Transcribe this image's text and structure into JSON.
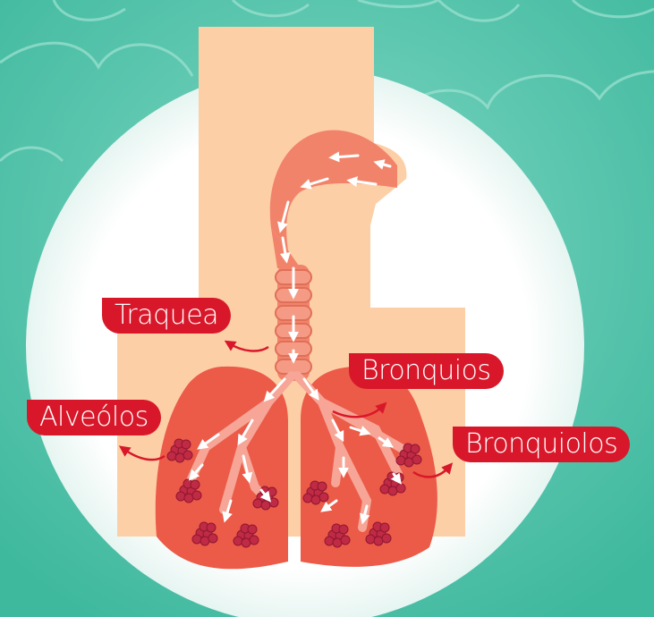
{
  "labels": {
    "traquea": "Traquea",
    "alveolos": "Alveólos",
    "bronquios": "Bronquios",
    "bronquiolos": "Bronquiolos"
  },
  "colors": {
    "background": "#4bbfa6",
    "circle": "#ffffff",
    "body": "#fdcfa6",
    "airway": "#f2836b",
    "lung": "#ec5a48",
    "alveoli": "#c02a44",
    "label": "#d8182a",
    "pointer": "#d8182a"
  },
  "icons": [
    "inhale-arrow-icon",
    "airflow-arrow-icon",
    "pointer-arrow-icon"
  ]
}
